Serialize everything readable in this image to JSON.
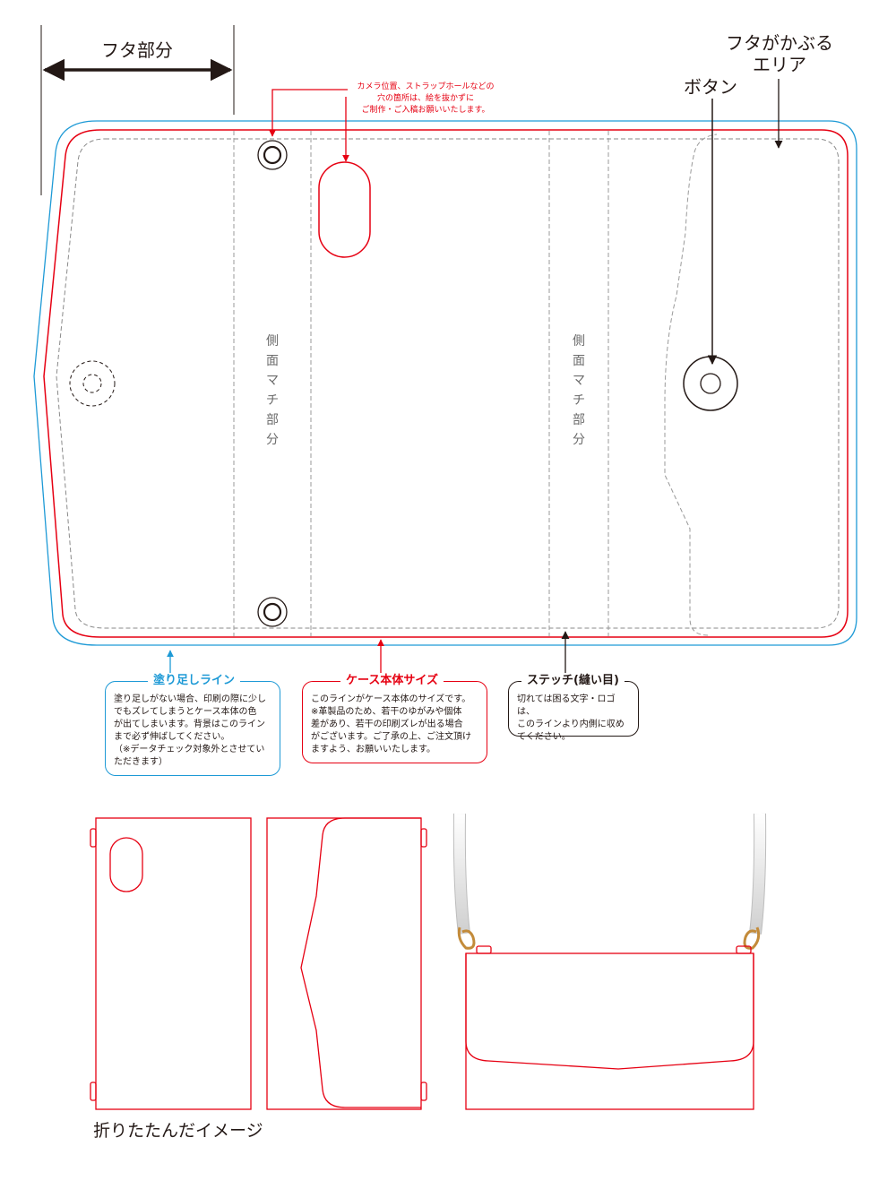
{
  "labels": {
    "flap_part": "フタ部分",
    "flap_area": "フタがかぶる\nエリア",
    "button": "ボタン",
    "camera_note": "カメラ位置、ストラップホールなどの\n穴の箇所は、絵を抜かずに\nご制作・ご入稿お願いいたします。",
    "side_gusset_left": "側面マチ部分",
    "side_gusset_right": "側面マチ部分",
    "folded_caption": "折りたたんだイメージ"
  },
  "legend": {
    "bleed": {
      "title": "塗り足しライン",
      "body": "塗り足しがない場合、印刷の際に少し\nでもズレてしまうとケース本体の色\nが出てしまいます。背景はこのライン\nまで必ず伸ばしてください。\n（※データチェック対象外とさせてい\nただきます）",
      "color": "#1e9ad6"
    },
    "case_size": {
      "title": "ケース本体サイズ",
      "body": "このラインがケース本体のサイズです。\n※革製品のため、若干のゆがみや個体\n差があり、若干の印刷ズレが出る場合\nがございます。ご了承の上、ご注文頂け\nますよう、お願いいたします。",
      "color": "#e60012"
    },
    "stitch": {
      "title": "ステッチ(縫い目)",
      "body": "切れては困る文字・ロゴは、\nこのラインより内側に収め\nてください。",
      "color": "#231815"
    }
  },
  "colors": {
    "bleed_line": "#1e9ad6",
    "case_line": "#e60012",
    "stitch_line": "#8a8a8a",
    "fold_line": "#8a8a8a",
    "text": "#231815"
  },
  "icons": [
    "arrow-icon",
    "button-snap-icon",
    "camera-hole-icon",
    "strap-hole-icon",
    "strap-clip-icon"
  ]
}
